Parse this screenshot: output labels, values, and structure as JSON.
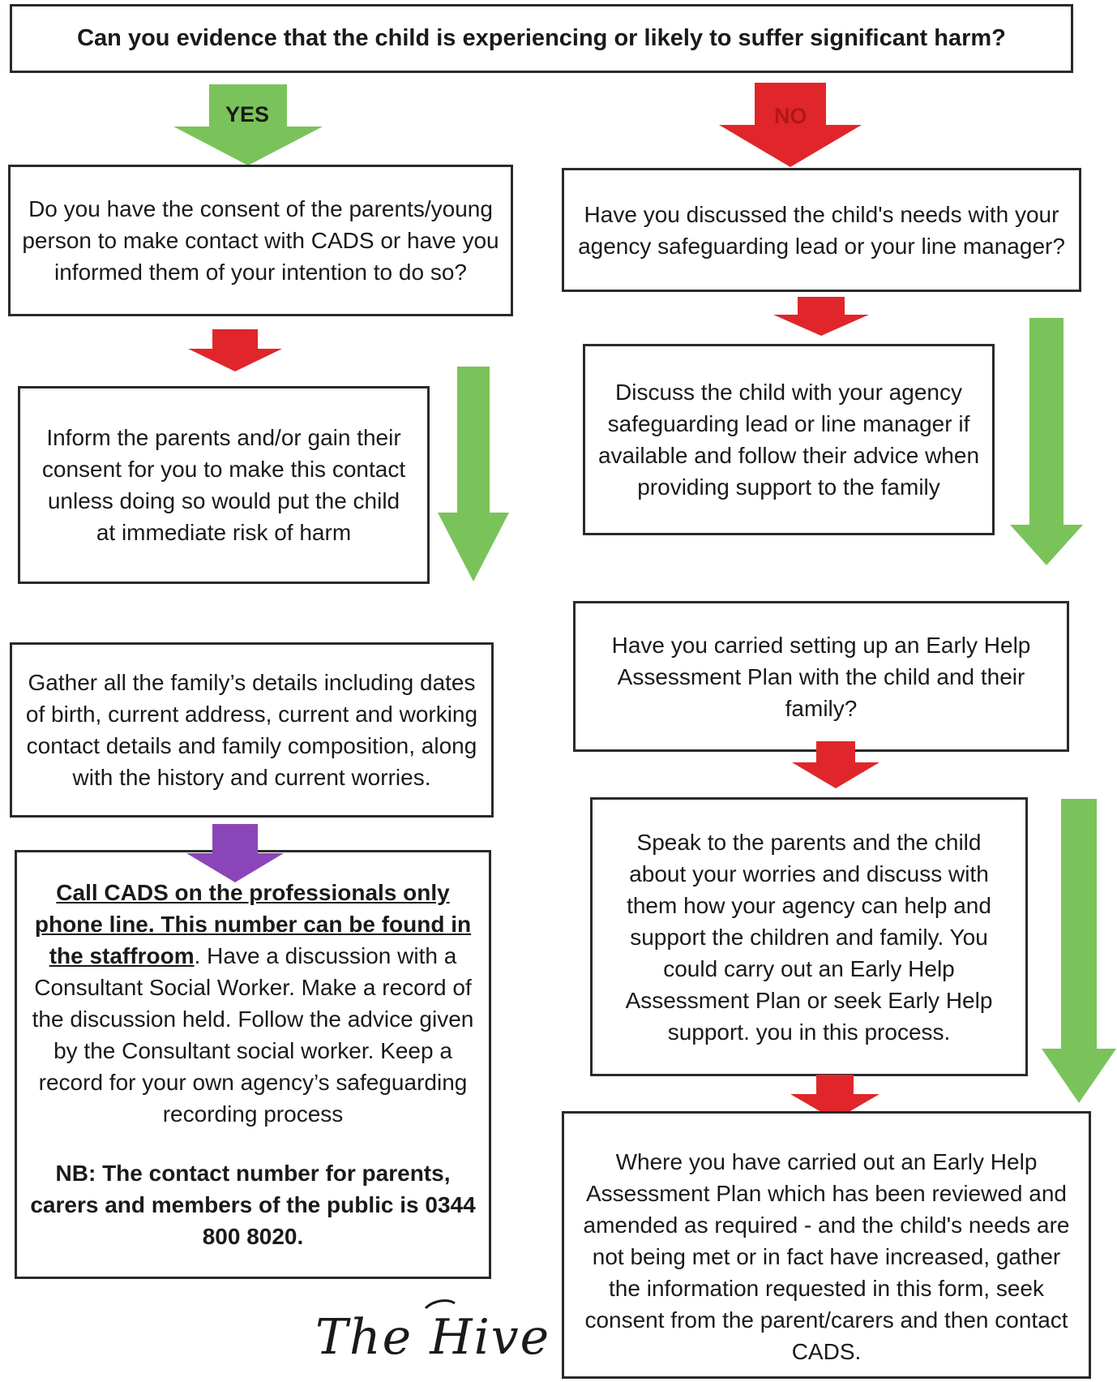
{
  "question": "Can you evidence that the child is experiencing or likely to suffer significant harm?",
  "yes_label": "YES",
  "no_label": "NO",
  "yes_branch": {
    "consent_question": "Do you have the consent of the parents/young person to make contact with CADS or have you informed them of your intention to do so?",
    "inform_parents": "Inform the parents and/or gain their consent for you to make this contact unless doing so would put the child at immediate risk of harm",
    "gather_details": "Gather all the family’s details including dates of birth, current address, current and working contact details and family composition, along with the history and current worries.",
    "call_cads": {
      "underlined": "Call CADS on the professionals only phone line. This number can be found in the staffroom",
      "rest": ". Have a discussion with a Consultant Social Worker. Make a record of the discussion held. Follow the advice given by the Consultant social worker. Keep a record for your own agency’s safeguarding recording process",
      "nb": "NB: The contact number for parents, carers and members of the public is 0344 800 8020."
    }
  },
  "no_branch": {
    "discussed_question": "Have you discussed the child's needs with your agency safeguarding lead or your line manager?",
    "discuss_child": "Discuss the child with your agency safeguarding lead or line manager if available and follow their advice when providing support to the family",
    "early_help_question": "Have you carried setting up an Early Help Assessment Plan with the child and their family?",
    "speak_parents": "Speak to the parents and the child about your worries and discuss with them how your agency can help and support the children and family. You could carry out an Early Help Assessment Plan or seek Early Help support. you in this process.",
    "where_carried": "Where you have carried out an Early Help Assessment Plan which has been reviewed and amended as required - and the child's needs are not being met or in fact have increased, gather the information requested in this form, seek consent from the parent/carers and then contact CADS."
  },
  "logo_text": "The Hive",
  "colors": {
    "green": "#7ac35a",
    "red": "#e0262a",
    "purple": "#8a46b8",
    "border": "#2a2a2a"
  }
}
